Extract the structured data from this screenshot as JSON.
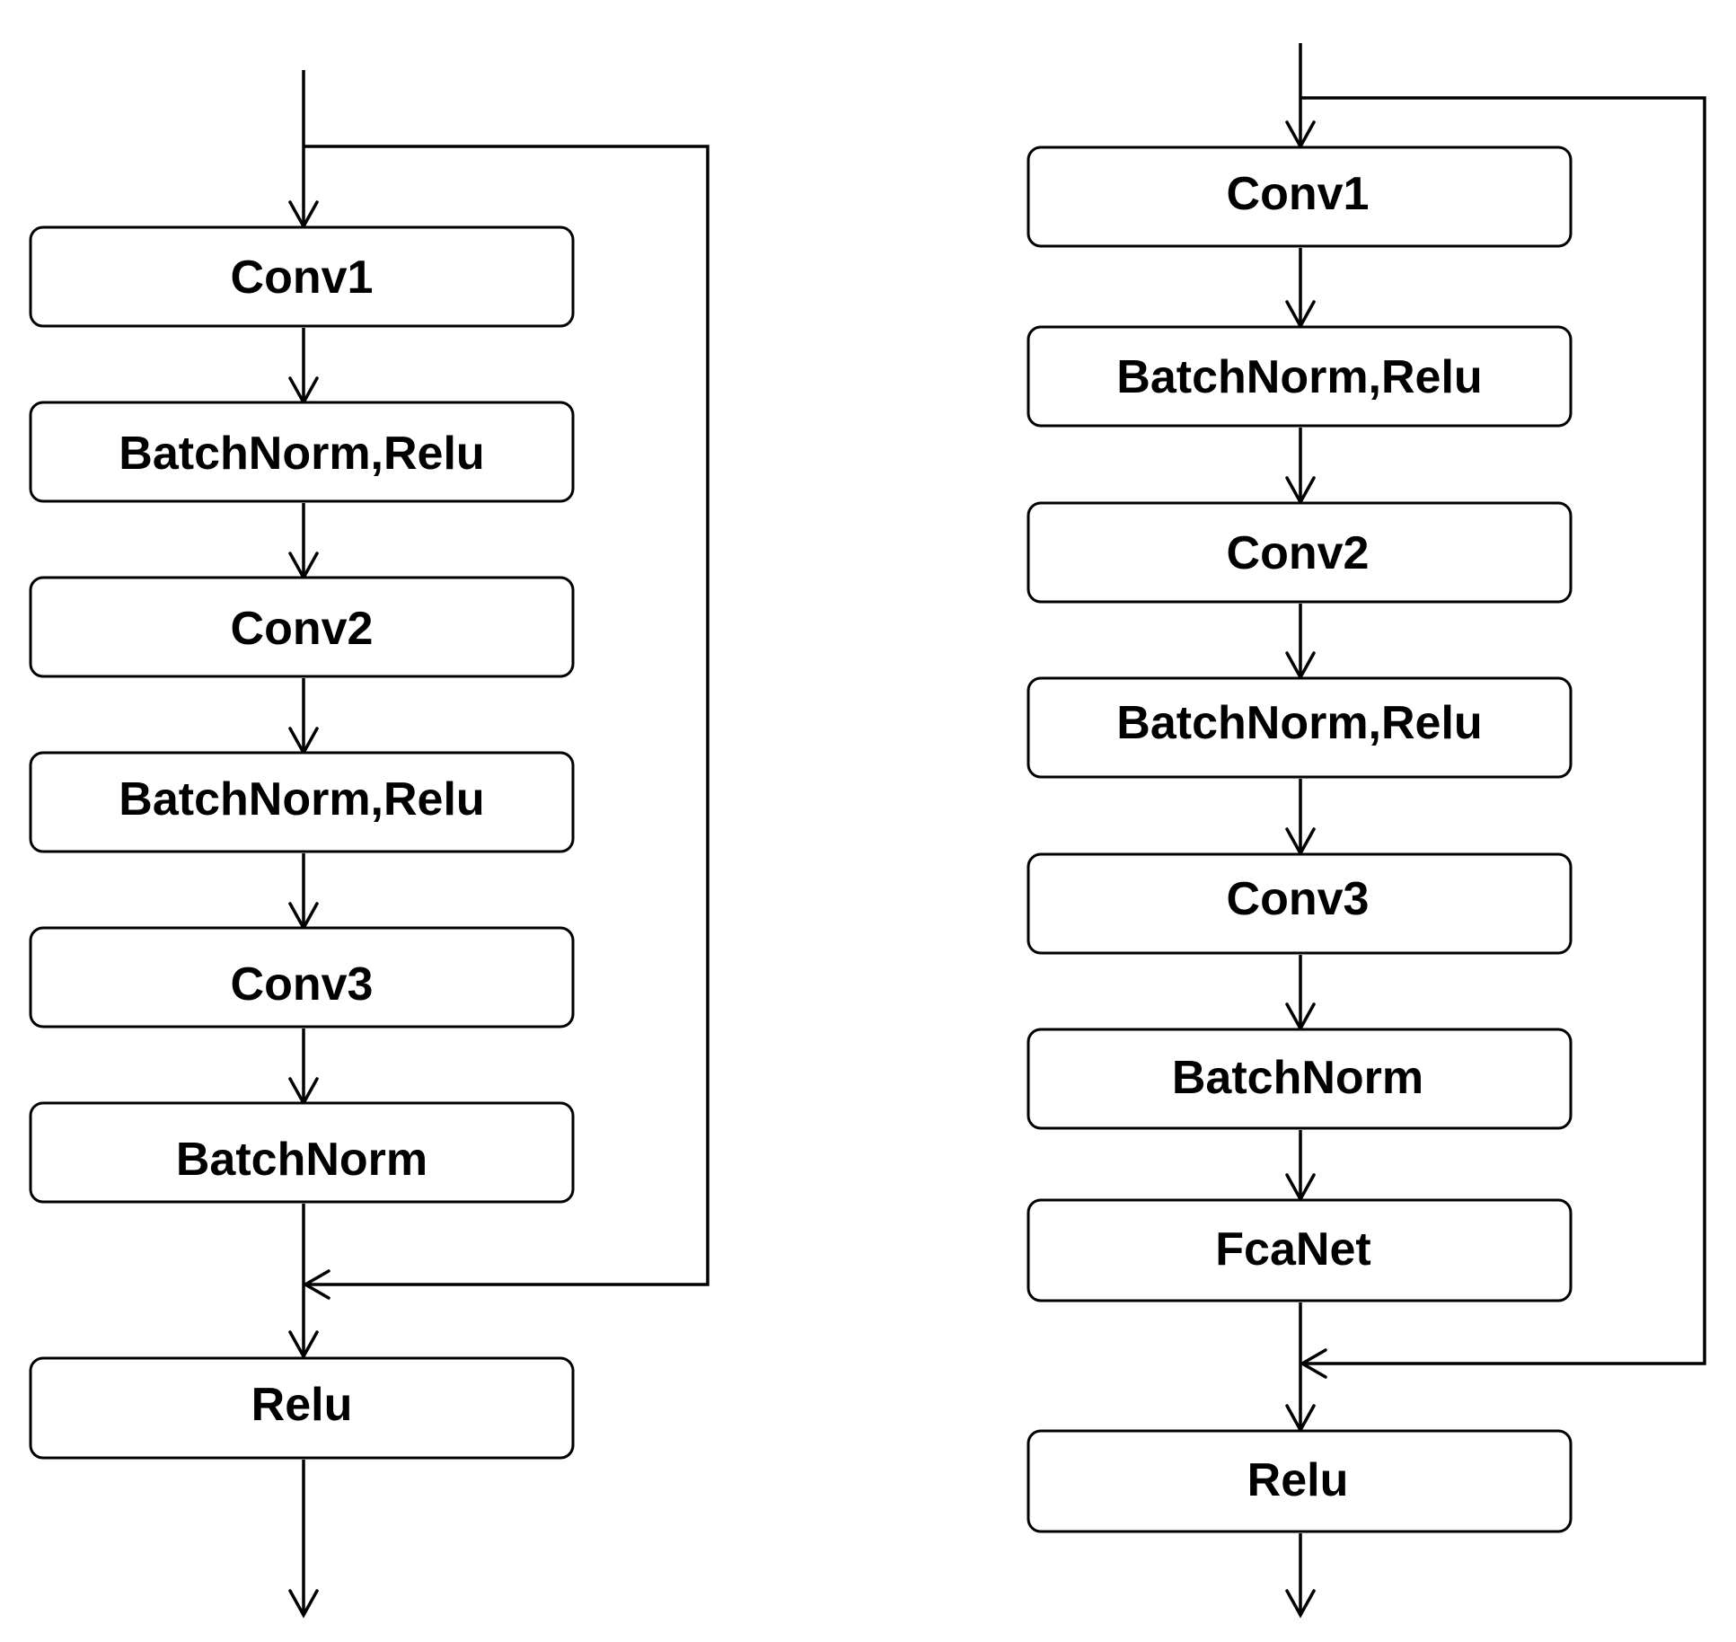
{
  "left_block": {
    "nodes": [
      {
        "id": "conv1",
        "label": "Conv1"
      },
      {
        "id": "bn-relu-1",
        "label": "BatchNorm,Relu"
      },
      {
        "id": "conv2",
        "label": "Conv2"
      },
      {
        "id": "bn-relu-2",
        "label": "BatchNorm,Relu"
      },
      {
        "id": "conv3",
        "label": "Conv3"
      },
      {
        "id": "batchnorm",
        "label": "BatchNorm"
      },
      {
        "id": "relu",
        "label": "Relu"
      }
    ]
  },
  "right_block": {
    "nodes": [
      {
        "id": "conv1",
        "label": "Conv1"
      },
      {
        "id": "bn-relu-1",
        "label": "BatchNorm,Relu"
      },
      {
        "id": "conv2",
        "label": "Conv2"
      },
      {
        "id": "bn-relu-2",
        "label": "BatchNorm,Relu"
      },
      {
        "id": "conv3",
        "label": "Conv3"
      },
      {
        "id": "batchnorm",
        "label": "BatchNorm"
      },
      {
        "id": "fcanet",
        "label": "FcaNet"
      },
      {
        "id": "relu",
        "label": "Relu"
      }
    ]
  }
}
